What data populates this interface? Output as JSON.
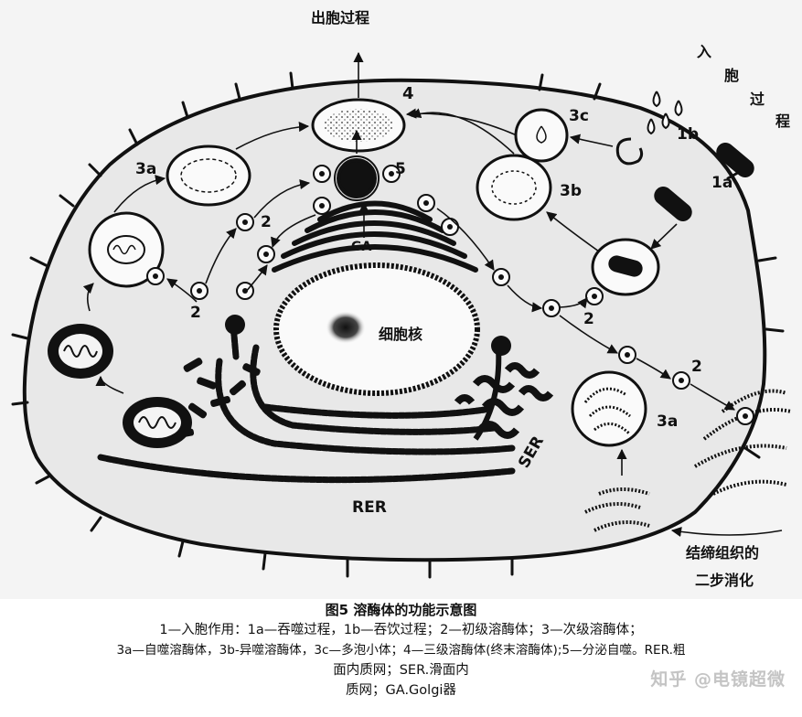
{
  "labels": {
    "exocytosis": "出胞过程",
    "endocytosis_chars": [
      "入",
      "胞",
      "过",
      "程"
    ],
    "n4": "4",
    "n3c": "3c",
    "n1b": "1b",
    "n1a": "1a",
    "n3a_top": "3a",
    "n3a_right": "3a",
    "n5": "5",
    "n3b": "3b",
    "n2_a": "2",
    "n2_b": "2",
    "n2_c": "2",
    "n2_d": "2",
    "ga": "GA",
    "nucleus": "细胞核",
    "ser": "SER",
    "rer": "RER",
    "digestion_line1": "结缔组织的",
    "digestion_line2": "二步消化"
  },
  "caption": {
    "title": "图5 溶酶体的功能示意图",
    "line1": "1—入胞作用：1a—吞噬过程，1b—吞饮过程；2—初级溶酶体；3—次级溶酶体；",
    "line2": "3a—自噬溶酶体，3b-异噬溶酶体，3c—多泡小体；4—三级溶酶体(终末溶酶体);5—分泌自噬。RER.粗",
    "line3": "面内质网；SER.滑面内",
    "line4": "质网；GA.Golgi器"
  },
  "watermark": "知乎 @电镜超微"
}
